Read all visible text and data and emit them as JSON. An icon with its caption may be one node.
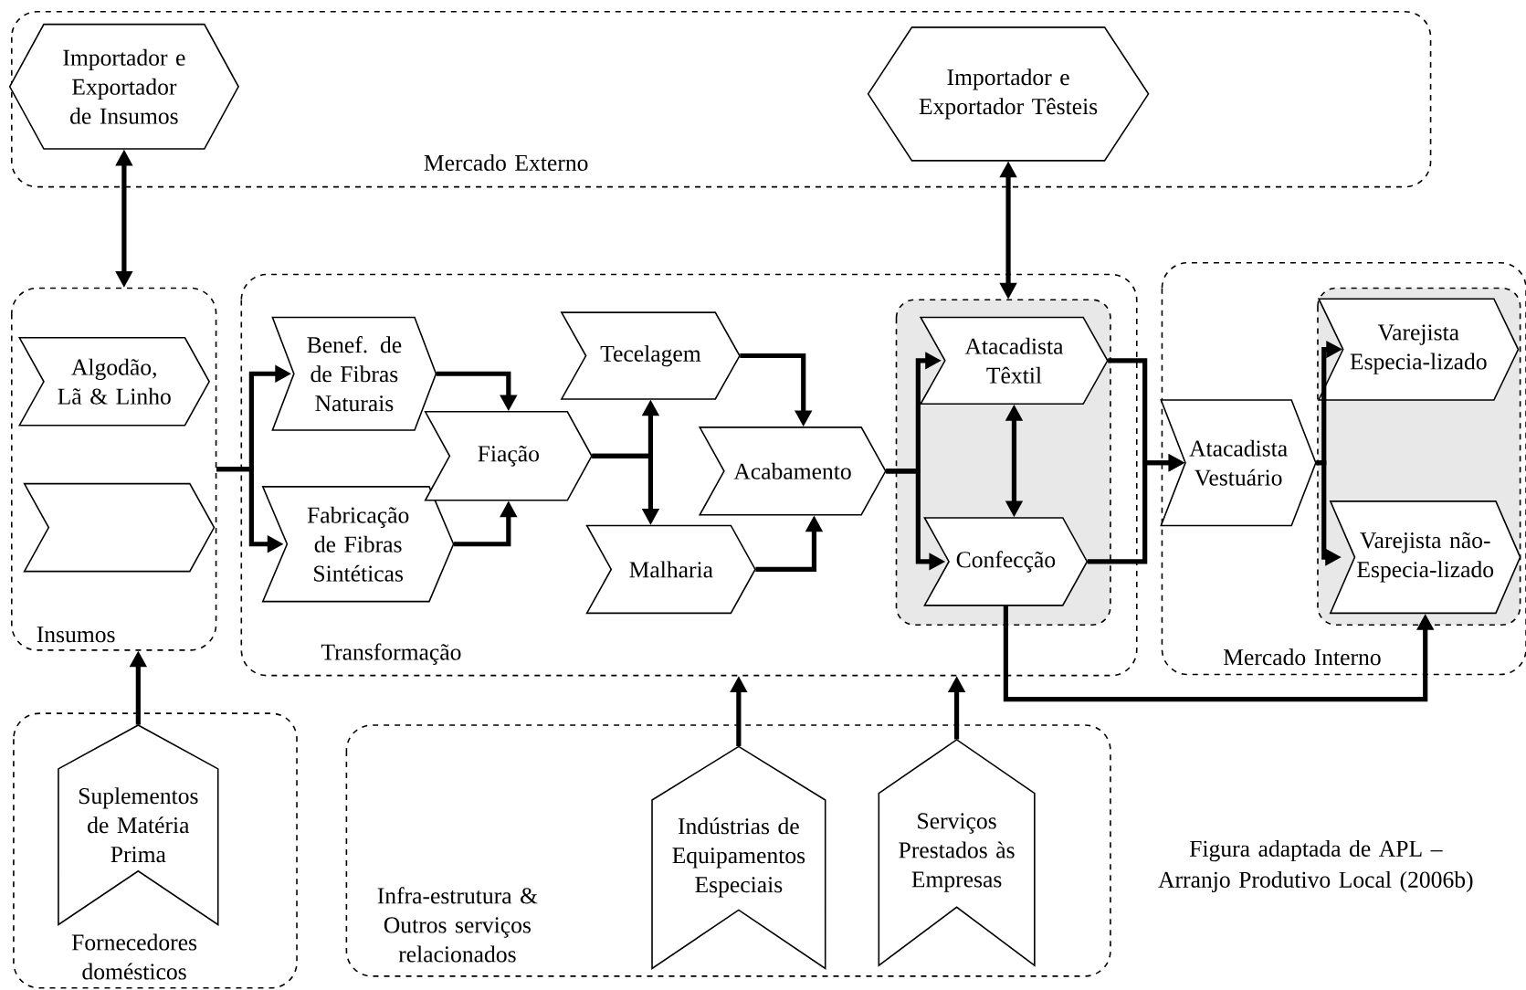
{
  "diagram": {
    "caption": "Figura adaptada de APL – Arranjo Produtivo Local (2006b)",
    "nodes": [
      {
        "text": [
          "Mercado Externo"
        ]
      },
      {
        "text": [
          "Importador e Exportador de Insumos"
        ],
        "in": 0
      },
      {
        "text": [
          "Importador e Exportador Têsteis"
        ],
        "in": 0
      },
      {
        "text": [
          "Insumos"
        ]
      },
      {
        "text": [
          "Algodão, Lã & Linho"
        ],
        "in": 3
      },
      {
        "text": [],
        "shape": "chevron",
        "in": 3
      },
      {
        "text": [
          "Transformação"
        ]
      },
      {
        "text": [
          "Benef. de de Fibras Naturais"
        ],
        "in": 6
      },
      {
        "text": [
          "Fabricação de Fibras Sintéticas"
        ],
        "in": 6
      },
      {
        "text": [
          "Fiação"
        ],
        "in": 6
      },
      {
        "text": [
          "Tecelagem"
        ],
        "in": 6
      },
      {
        "text": [
          "Malharia"
        ],
        "in": 6
      },
      {
        "text": [
          "Acabamento"
        ],
        "in": 6
      },
      {
        "text": [],
        "shape": "box",
        "in": 6
      },
      {
        "text": [
          "Atacadista Têxtil"
        ],
        "in": 13
      },
      {
        "text": [
          "Confecção"
        ],
        "in": 13
      },
      {
        "text": [
          "Mercado Interno"
        ]
      },
      {
        "text": [
          "Atacadista Vestuário"
        ],
        "in": 16
      },
      {
        "text": [],
        "shape": "box",
        "in": 16
      },
      {
        "text": [
          "Varejista Especia-lizado"
        ],
        "in": 18
      },
      {
        "text": [
          "Varejista não-Especia-lizado"
        ],
        "in": 18
      },
      {
        "text": [
          "Fornecedores domésticos"
        ]
      },
      {
        "text": [
          "Suplementos de Matéria Prima"
        ],
        "in": 21
      },
      {
        "text": [
          "Infra-estrutura & Outros serviços relacionados"
        ]
      },
      {
        "text": [
          "Indústrias de Equipamentos Especiais"
        ],
        "in": 23
      },
      {
        "text": [
          "Serviços Prestados às Empresas"
        ],
        "in": 23
      }
    ],
    "edges": [
      {
        "from": 1,
        "to": 3,
        "arrow": "both"
      },
      {
        "from": 2,
        "to": 13,
        "arrow": "both"
      },
      {
        "from": 22,
        "to": 3,
        "arrow": "to"
      },
      {
        "from": 3,
        "to": 7,
        "arrow": "to"
      },
      {
        "from": 3,
        "to": 8,
        "arrow": "to"
      },
      {
        "from": 7,
        "to": 9,
        "arrow": "to"
      },
      {
        "from": 8,
        "to": 9,
        "arrow": "to"
      },
      {
        "from": 9,
        "to": 10,
        "arrow": "to"
      },
      {
        "from": 9,
        "to": 11,
        "arrow": "to"
      },
      {
        "from": 10,
        "to": 12,
        "arrow": "to"
      },
      {
        "from": 11,
        "to": 12,
        "arrow": "to"
      },
      {
        "from": 12,
        "to": 14,
        "arrow": "to"
      },
      {
        "from": 12,
        "to": 15,
        "arrow": "to"
      },
      {
        "from": 14,
        "to": 15,
        "arrow": "both"
      },
      {
        "from": 14,
        "to": 17,
        "arrow": "to"
      },
      {
        "from": 15,
        "to": 17,
        "arrow": "to"
      },
      {
        "from": 17,
        "to": 19,
        "arrow": "to"
      },
      {
        "from": 17,
        "to": 20,
        "arrow": "to"
      },
      {
        "from": 15,
        "to": 20,
        "arrow": "to"
      },
      {
        "from": 24,
        "to": 6,
        "arrow": "to"
      },
      {
        "from": 25,
        "to": 6,
        "arrow": "to"
      }
    ]
  }
}
